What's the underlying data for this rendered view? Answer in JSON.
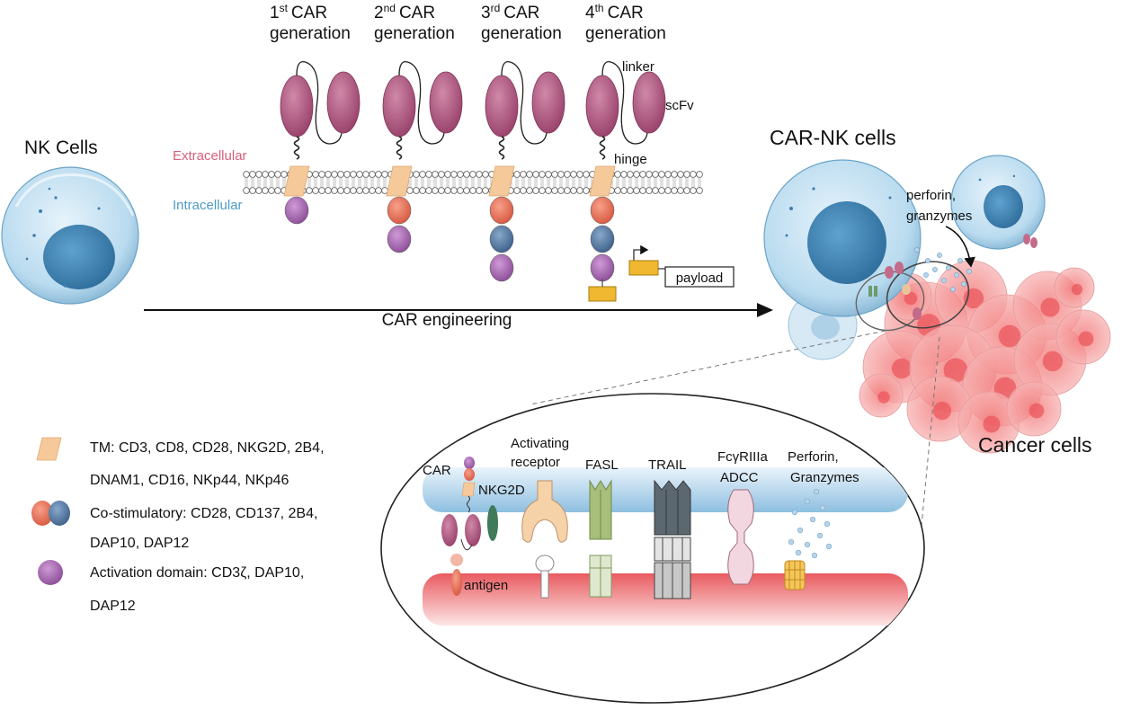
{
  "generations": [
    {
      "num": "1",
      "sup": "st",
      "word": "CAR",
      "line2": "generation"
    },
    {
      "num": "2",
      "sup": "nd",
      "word": "CAR",
      "line2": "generation"
    },
    {
      "num": "3",
      "sup": "rd",
      "word": "CAR",
      "line2": "generation"
    },
    {
      "num": "4",
      "sup": "th",
      "word": "CAR",
      "line2": "generation"
    }
  ],
  "labels": {
    "nk_cells": "NK Cells",
    "extracellular": "Extracellular",
    "intracellular": "Intracellular",
    "linker": "linker",
    "scfv": "scFv",
    "hinge": "hinge",
    "payload": "payload",
    "car_engineering": "CAR engineering",
    "car_nk_cells": "CAR-NK cells",
    "perforin_line1": "perforin,",
    "perforin_line2": "granzymes",
    "cancer_cells": "Cancer cells"
  },
  "legend": {
    "tm_line1": "TM: CD3, CD8, CD28, NKG2D, 2B4,",
    "tm_line2": "DNAM1, CD16, NKp44, NKp46",
    "costim_line1": "Co-stimulatory: CD28, CD137, 2B4,",
    "costim_line2": "DAP10, DAP12",
    "activation_line1": "Activation domain: CD3ζ, DAP10,",
    "activation_line2": "DAP12"
  },
  "zoom": {
    "car": "CAR",
    "nkg2d": "NKG2D",
    "antigen": "antigen",
    "activating_line1": "Activating",
    "activating_line2": "receptor",
    "fasl": "FASL",
    "trail": "TRAIL",
    "fcg_line1": "FcγRIIIa",
    "fcg_line2": "ADCC",
    "perf_line1": "Perforin,",
    "perf_line2": "Granzymes"
  },
  "colors": {
    "scfv": "#b0587a",
    "tm": "#f5c99a",
    "costim_red": "#e8705a",
    "costim_blue": "#5b7fa8",
    "activation": "#a76bb0",
    "nk_cell": "#bfe0f2",
    "nucleus": "#3f86b8",
    "cancer": "#f08a8a",
    "extracellular_text": "#d9607a",
    "intracellular_text": "#4f9bc4",
    "payload_box": "#f0b830"
  }
}
